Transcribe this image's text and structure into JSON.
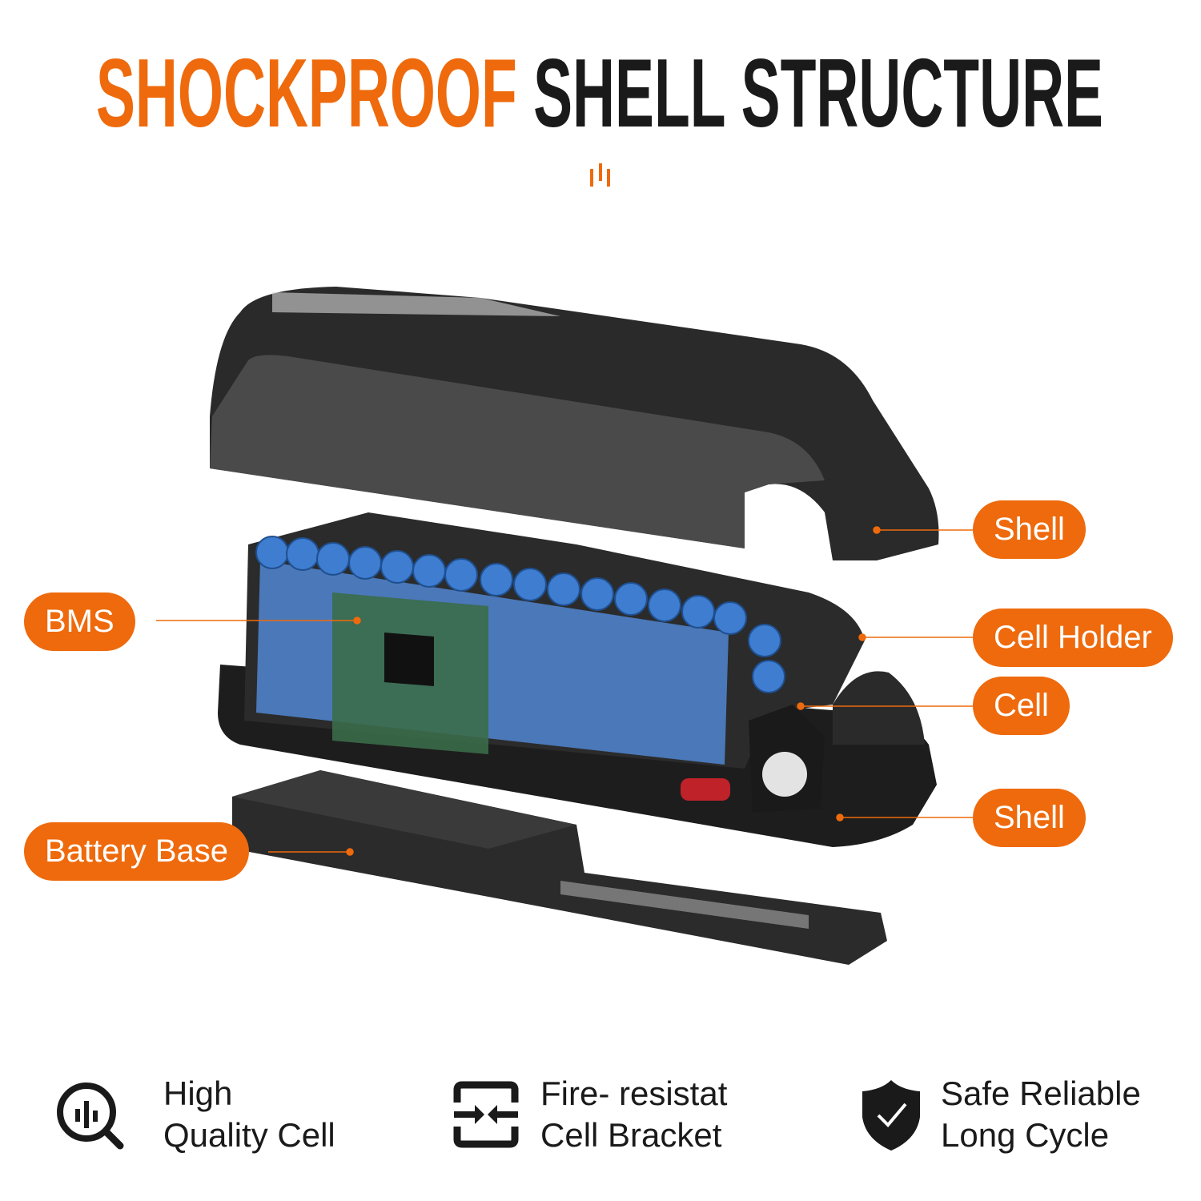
{
  "title": {
    "highlight": "SHOCKPROOF",
    "rest": "SHELL STRUCTURE"
  },
  "labels": {
    "shell_top": "Shell",
    "cell_holder": "Cell Holder",
    "cell": "Cell",
    "shell_bottom": "Shell",
    "bms": "BMS",
    "battery_base": "Battery Base"
  },
  "features": [
    {
      "icon": "magnifier-chart-icon",
      "line1": "High",
      "line2": "Quality Cell"
    },
    {
      "icon": "compress-arrows-icon",
      "line1": "Fire- resistat",
      "line2": "Cell Bracket"
    },
    {
      "icon": "shield-check-icon",
      "line1": "Safe Reliable",
      "line2": "Long Cycle"
    }
  ],
  "colors": {
    "accent": "#EE6A0C",
    "text": "#1a1a1a",
    "cell_blue": "#3E7DD0"
  }
}
